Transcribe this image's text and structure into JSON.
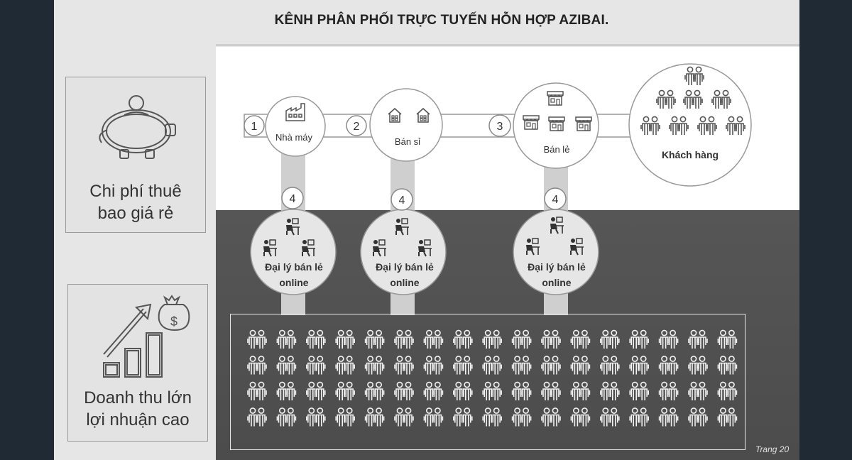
{
  "title": "KÊNH PHÂN PHỐI TRỰC TUYẾN HỖN HỢP AZIBAI.",
  "left_panel": {
    "box1": {
      "icon": "piggy-bank-icon",
      "label": "Chi phí thuê\nbao giá rẻ"
    },
    "box2": {
      "icon": "revenue-growth-icon",
      "label": "Doanh thu lớn\nlợi nhuận cao"
    }
  },
  "chain": {
    "steps": [
      {
        "number": "1",
        "label": "Nhà máy",
        "icon": "factory-icon"
      },
      {
        "number": "2",
        "label": "Bán sỉ",
        "icon": "warehouse-icon"
      },
      {
        "number": "3",
        "label": "Bán lẻ",
        "icon": "store-icon"
      }
    ],
    "customer": {
      "label": "Khách hàng",
      "icon": "people-group-icon"
    }
  },
  "online_agents": [
    {
      "number": "4",
      "label_line1": "Đại lý bán lẻ",
      "label_line2": "online",
      "icon": "desk-worker-icon"
    },
    {
      "number": "4",
      "label_line1": "Đại lý bán lẻ",
      "label_line2": "online",
      "icon": "desk-worker-icon"
    },
    {
      "number": "4",
      "label_line1": "Đại lý bán lẻ",
      "label_line2": "online",
      "icon": "desk-worker-icon"
    }
  ],
  "crowd": {
    "icon": "couple-icon"
  },
  "page_number": "Trang 20",
  "colors": {
    "upper_band": "#ffffff",
    "lower_band": "#555555",
    "connector": "#cfcfcf",
    "frame": "#1f2a35"
  }
}
